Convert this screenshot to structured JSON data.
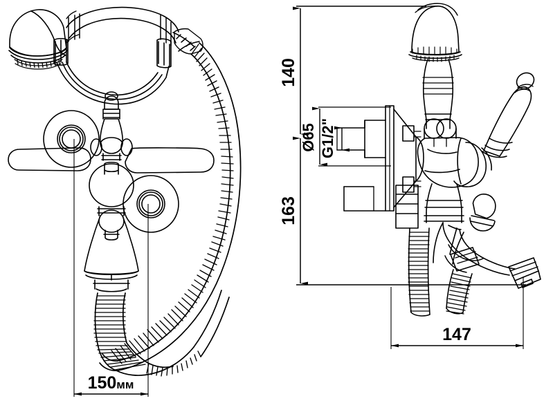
{
  "drawing": {
    "title": "Bath and shower mixer tap - technical dimension drawing",
    "background_color": "#ffffff",
    "line_color": "#000000",
    "views": [
      {
        "name": "front-view",
        "description": "Front elevation of wall mounted bath shower mixer with handheld telephone shower, flexible hose, two cross-less lever handles, two wall escutcheons and downward tapered spout"
      },
      {
        "name": "side-view",
        "description": "Side elevation of the mixer body showing wall flange, G1/2 inlet connection, spout, hose and diverter knob"
      }
    ]
  },
  "dimensions": {
    "centre_distance": {
      "value": "150",
      "unit": "мм",
      "label": "150мм",
      "name": "centre-distance"
    },
    "height_above_inlet": {
      "value": "140",
      "label": "140",
      "name": "height-140"
    },
    "height_below_inlet": {
      "value": "163",
      "label": "163",
      "name": "height-163"
    },
    "spout_projection": {
      "value": "147",
      "label": "147",
      "name": "projection-147"
    },
    "flange_diameter": {
      "value": "65",
      "label": "Ø65",
      "name": "flange-diameter"
    },
    "thread_size": {
      "value": "G1/2\"",
      "label": "G1/2\"",
      "name": "inlet-thread"
    }
  }
}
